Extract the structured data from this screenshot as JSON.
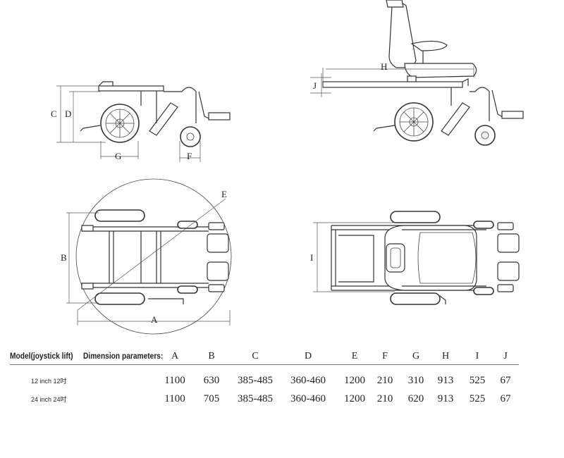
{
  "diagram_labels": {
    "A": "A",
    "B": "B",
    "C": "C",
    "D": "D",
    "E": "E",
    "F": "F",
    "G": "G",
    "H": "H",
    "I": "I",
    "J": "J"
  },
  "table": {
    "header_model": "Model(joystick lift)",
    "header_params": "Dimension parameters:",
    "columns": [
      "A",
      "B",
      "C",
      "D",
      "E",
      "F",
      "G",
      "H",
      "I",
      "J"
    ],
    "rows": [
      {
        "label": "12 inch  12吋",
        "values": [
          "1100",
          "630",
          "385-485",
          "360-460",
          "1200",
          "210",
          "310",
          "913",
          "525",
          "67"
        ]
      },
      {
        "label": "24 inch  24吋",
        "values": [
          "1100",
          "705",
          "385-485",
          "360-460",
          "1200",
          "210",
          "620",
          "913",
          "525",
          "67"
        ]
      }
    ]
  }
}
